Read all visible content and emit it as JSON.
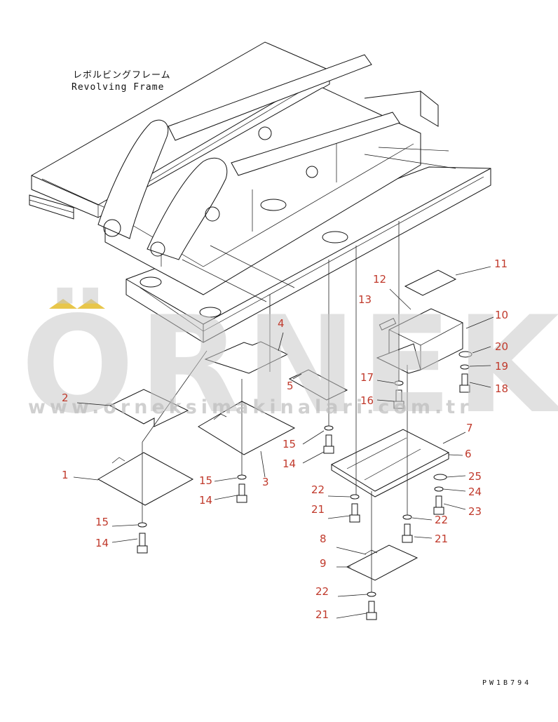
{
  "title": {
    "japanese": "レボルビングフレーム",
    "english": "Revolving Frame"
  },
  "watermark": {
    "brand": "ÖRNEK",
    "url": "www.orneksimakinalari.com.tr",
    "accent_color": "#e8c64a",
    "text_color": "#c9c9c9"
  },
  "drawing_number": "PW1B794",
  "callout_color": "#c0392b",
  "callouts": [
    {
      "id": "c1",
      "label": "1"
    },
    {
      "id": "c2",
      "label": "2"
    },
    {
      "id": "c3",
      "label": "3"
    },
    {
      "id": "c4",
      "label": "4"
    },
    {
      "id": "c5",
      "label": "5"
    },
    {
      "id": "c6",
      "label": "6"
    },
    {
      "id": "c7",
      "label": "7"
    },
    {
      "id": "c8",
      "label": "8"
    },
    {
      "id": "c9",
      "label": "9"
    },
    {
      "id": "c10",
      "label": "10"
    },
    {
      "id": "c11",
      "label": "11"
    },
    {
      "id": "c12",
      "label": "12"
    },
    {
      "id": "c13",
      "label": "13"
    },
    {
      "id": "c14a",
      "label": "14"
    },
    {
      "id": "c15a",
      "label": "15"
    },
    {
      "id": "c14b",
      "label": "14"
    },
    {
      "id": "c15b",
      "label": "15"
    },
    {
      "id": "c14c",
      "label": "14"
    },
    {
      "id": "c15c",
      "label": "15"
    },
    {
      "id": "c16",
      "label": "16"
    },
    {
      "id": "c17",
      "label": "17"
    },
    {
      "id": "c18",
      "label": "18"
    },
    {
      "id": "c19",
      "label": "19"
    },
    {
      "id": "c20",
      "label": "20"
    },
    {
      "id": "c21a",
      "label": "21"
    },
    {
      "id": "c22a",
      "label": "22"
    },
    {
      "id": "c21b",
      "label": "21"
    },
    {
      "id": "c22b",
      "label": "22"
    },
    {
      "id": "c21c",
      "label": "21"
    },
    {
      "id": "c22c",
      "label": "22"
    },
    {
      "id": "c23",
      "label": "23"
    },
    {
      "id": "c24",
      "label": "24"
    },
    {
      "id": "c25",
      "label": "25"
    }
  ]
}
